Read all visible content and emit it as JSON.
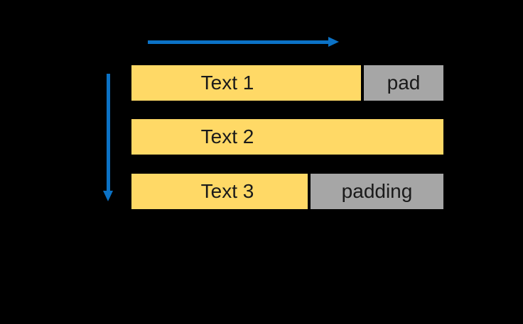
{
  "diagram": {
    "colors": {
      "background": "#000000",
      "bar": "#FFD966",
      "pad": "#A6A6A6",
      "arrow": "#0B72C6",
      "text": "#1A1A1A"
    },
    "icons": {
      "horizontal_arrow": "right-arrow",
      "vertical_arrow": "down-arrow"
    },
    "rows": [
      {
        "label": "Text 1",
        "pad": "pad"
      },
      {
        "label": "Text 2"
      },
      {
        "label": "Text 3",
        "pad": "padding"
      }
    ]
  }
}
